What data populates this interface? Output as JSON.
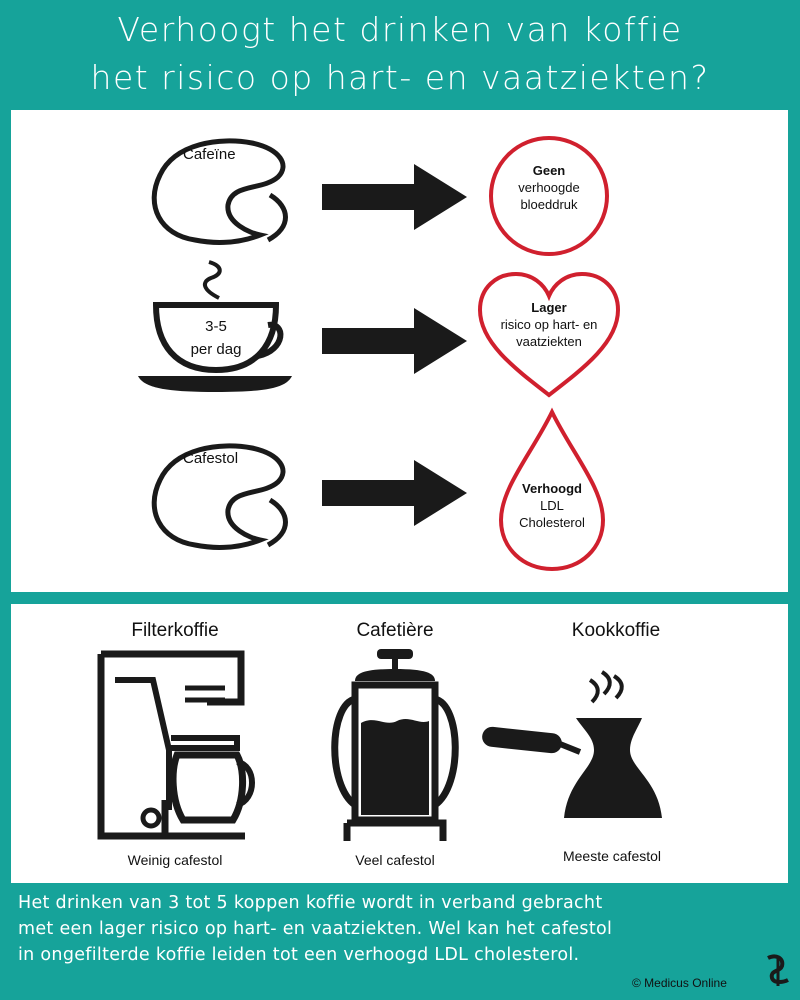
{
  "title": {
    "line1": "Verhoogt het drinken van koffie",
    "line2": "het risico op hart- en vaatziekten?"
  },
  "rows": [
    {
      "icon": "coffee-bean-icon",
      "icon_label": "Cafeïne",
      "result_shape": "circle",
      "result_bold": "Geen",
      "result_line2": "verhoogde",
      "result_line3": "bloeddruk"
    },
    {
      "icon": "coffee-cup-icon",
      "icon_label_line1": "3-5",
      "icon_label_line2": "per dag",
      "result_shape": "heart",
      "result_bold": "Lager",
      "result_line2": "risico op hart- en",
      "result_line3": "vaatziekten"
    },
    {
      "icon": "coffee-bean-icon",
      "icon_label": "Cafestol",
      "result_shape": "drop",
      "result_bold": "Verhoogd",
      "result_line2": "LDL",
      "result_line3": "Cholesterol"
    }
  ],
  "methods": [
    {
      "icon": "filter-coffee-machine-icon",
      "title": "Filterkoffie",
      "subtitle": "Weinig cafestol"
    },
    {
      "icon": "french-press-icon",
      "title": "Cafetière",
      "subtitle": "Veel cafestol"
    },
    {
      "icon": "turkish-coffee-pot-icon",
      "title": "Kookkoffie",
      "subtitle": "Meeste cafestol"
    }
  ],
  "footer": {
    "line1": "Het drinken van 3 tot 5 koppen koffie wordt in verband gebracht",
    "line2": "met een lager risico op hart- en vaatziekten. Wel kan het cafestol",
    "line3": "in ongefilterde koffie leiden tot een verhoogd LDL cholesterol."
  },
  "credit": "© Medicus Online",
  "colors": {
    "background": "#16a39a",
    "panel": "#ffffff",
    "outline_red": "#d0202e",
    "icon_black": "#1a1a1a"
  }
}
